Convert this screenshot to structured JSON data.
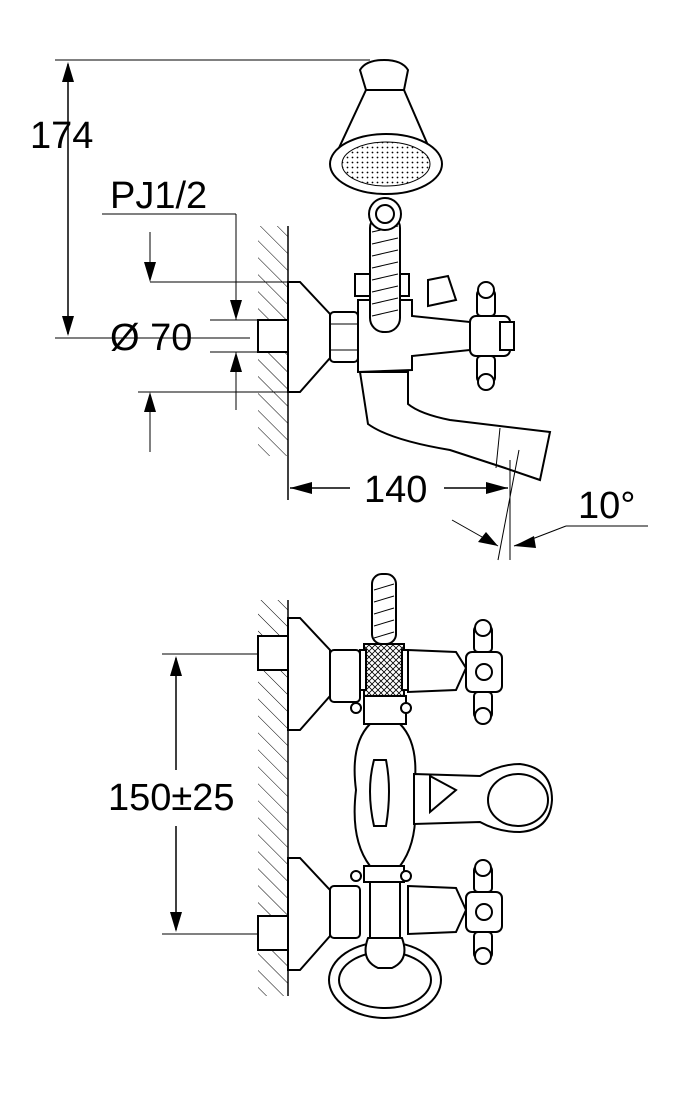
{
  "dimensions": {
    "height_top": "174",
    "thread": "PJ1/2",
    "diameter": "Ø 70",
    "projection": "140",
    "angle": "10°",
    "center_distance": "150±25"
  }
}
